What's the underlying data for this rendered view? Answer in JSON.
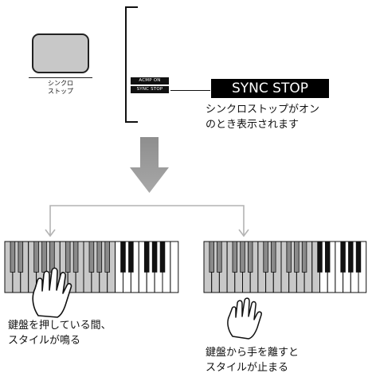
{
  "button": {
    "label": "シンクロ\nストップ"
  },
  "display": {
    "rows": [
      "ACMP ON",
      "SYNC STOP"
    ],
    "badge_text": "SYNC STOP",
    "description": "シンクロストップがオン\nのとき表示されます"
  },
  "outcomes": {
    "pressed": "鍵盤を押している間、\nスタイルが鳴る",
    "released": "鍵盤から手を離すと\nスタイルが止まる"
  },
  "colors": {
    "arrow": "#9a9a9a",
    "connector": "#b4b4b4",
    "shaded_key": "#c8c8c8",
    "black_key": "#111111"
  },
  "icons": [
    "down-arrow-icon",
    "hand-icon"
  ]
}
